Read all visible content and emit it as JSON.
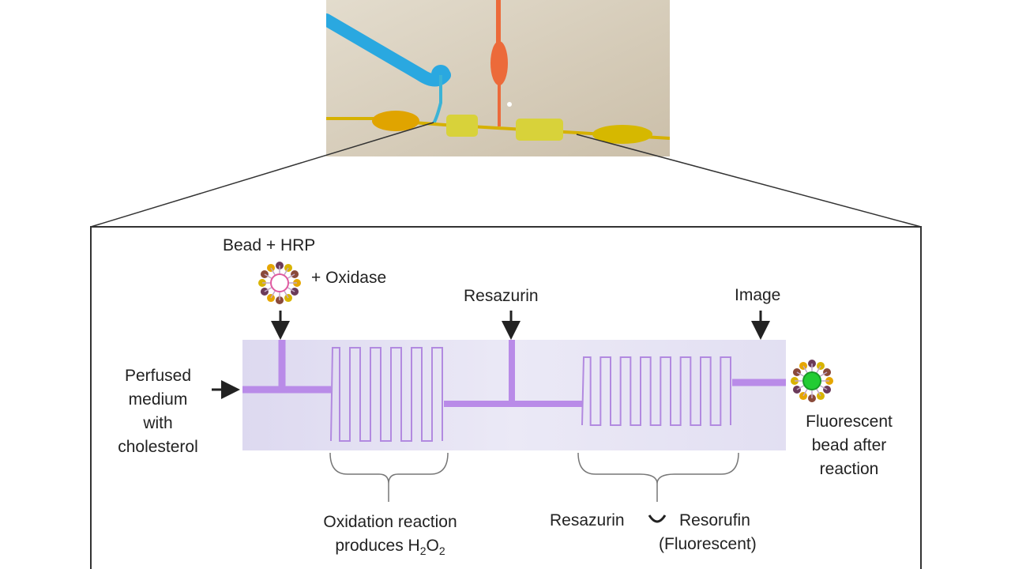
{
  "labels": {
    "bead_hrp": "Bead + HRP",
    "oxidase": "+ Oxidase",
    "resazurin_top": "Resazurin",
    "image": "Image",
    "perfused_line1": "Perfused",
    "perfused_line2": "medium",
    "perfused_line3": "with",
    "perfused_line4": "cholesterol",
    "fluor_line1": "Fluorescent",
    "fluor_line2": "bead after",
    "fluor_line3": "reaction",
    "oxidation_line1": "Oxidation reaction",
    "oxidation_line2_prefix": "produces H",
    "oxidation_sub1": "2",
    "oxidation_O": "O",
    "oxidation_sub2": "2",
    "resazurin_bottom": "Resazurin",
    "resorufin": "Resorufin",
    "fluorescent_paren": "(Fluorescent)"
  },
  "colors": {
    "channel": "#b98be8",
    "chip_bg": "#e4e2f2",
    "photo_bg": "#d9d0bf",
    "blue_tube": "#2aa8e0",
    "orange_tube": "#ec6a3a",
    "yellow_channel": "#d6b100",
    "bead_green": "#22cc33"
  },
  "icons": [
    "bead-hrp-icon",
    "fluorescent-bead-icon",
    "down-arrow-icon",
    "right-arrow-icon",
    "curved-arrow-icon"
  ]
}
